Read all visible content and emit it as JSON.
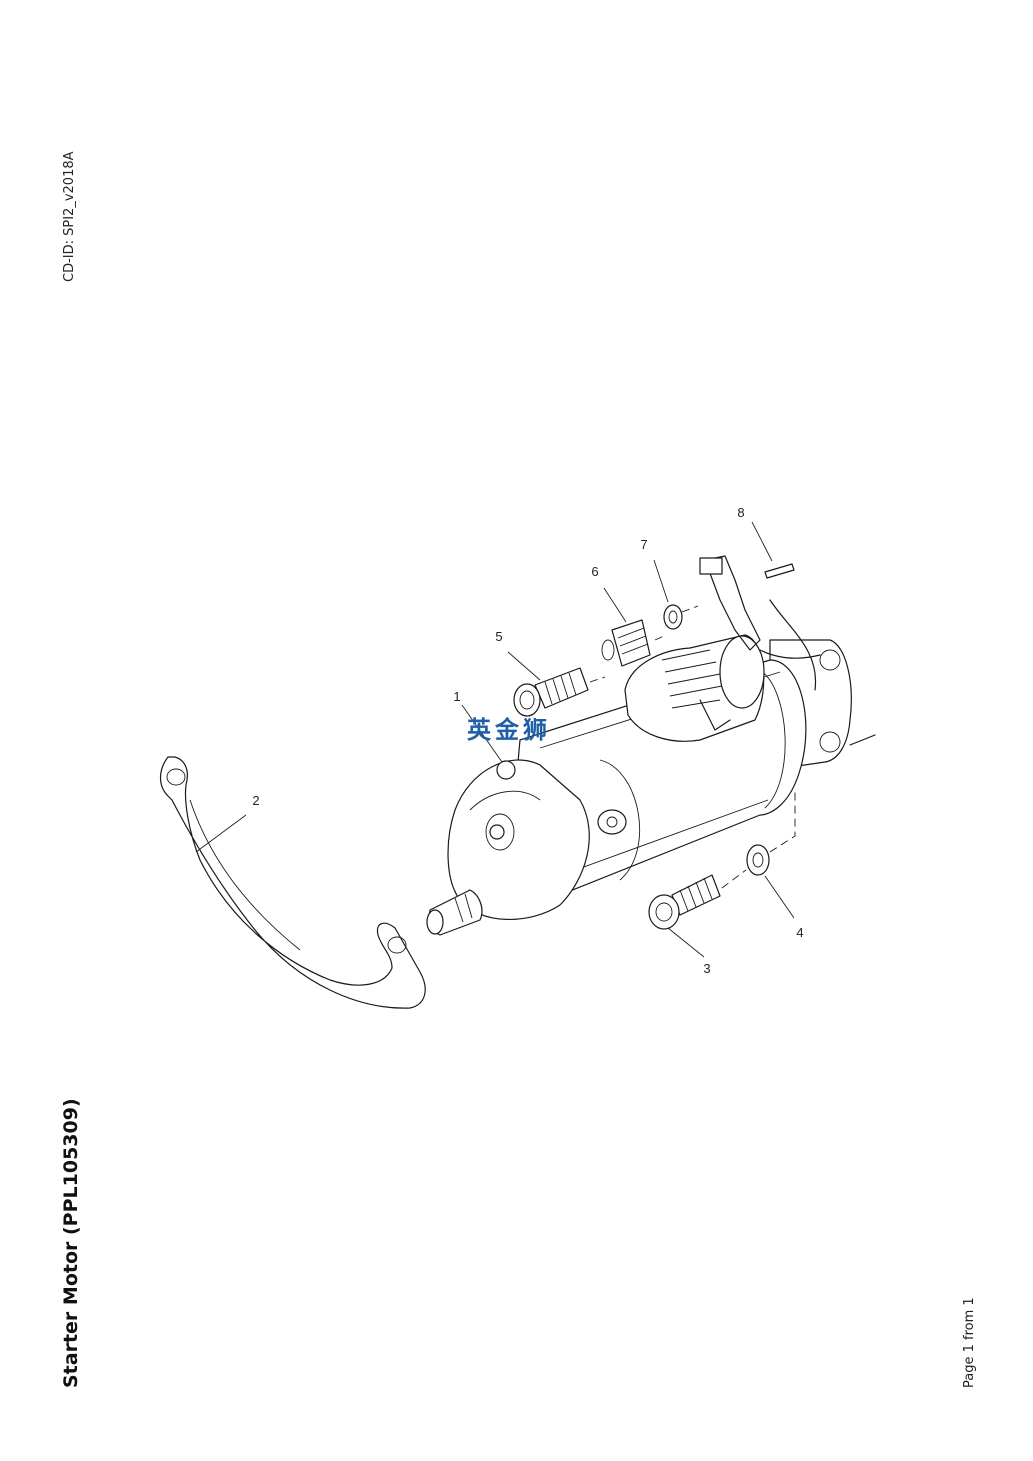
{
  "header": {
    "cd_id": "CD-ID: SPI2_v2018A"
  },
  "footer": {
    "title": "Starter Motor (PPL105309)",
    "page": "Page 1 from 1"
  },
  "watermark": {
    "text": "英金狮",
    "color": "#1f5fa8"
  },
  "callouts": [
    "1",
    "2",
    "3",
    "4",
    "5",
    "6",
    "7",
    "8"
  ]
}
